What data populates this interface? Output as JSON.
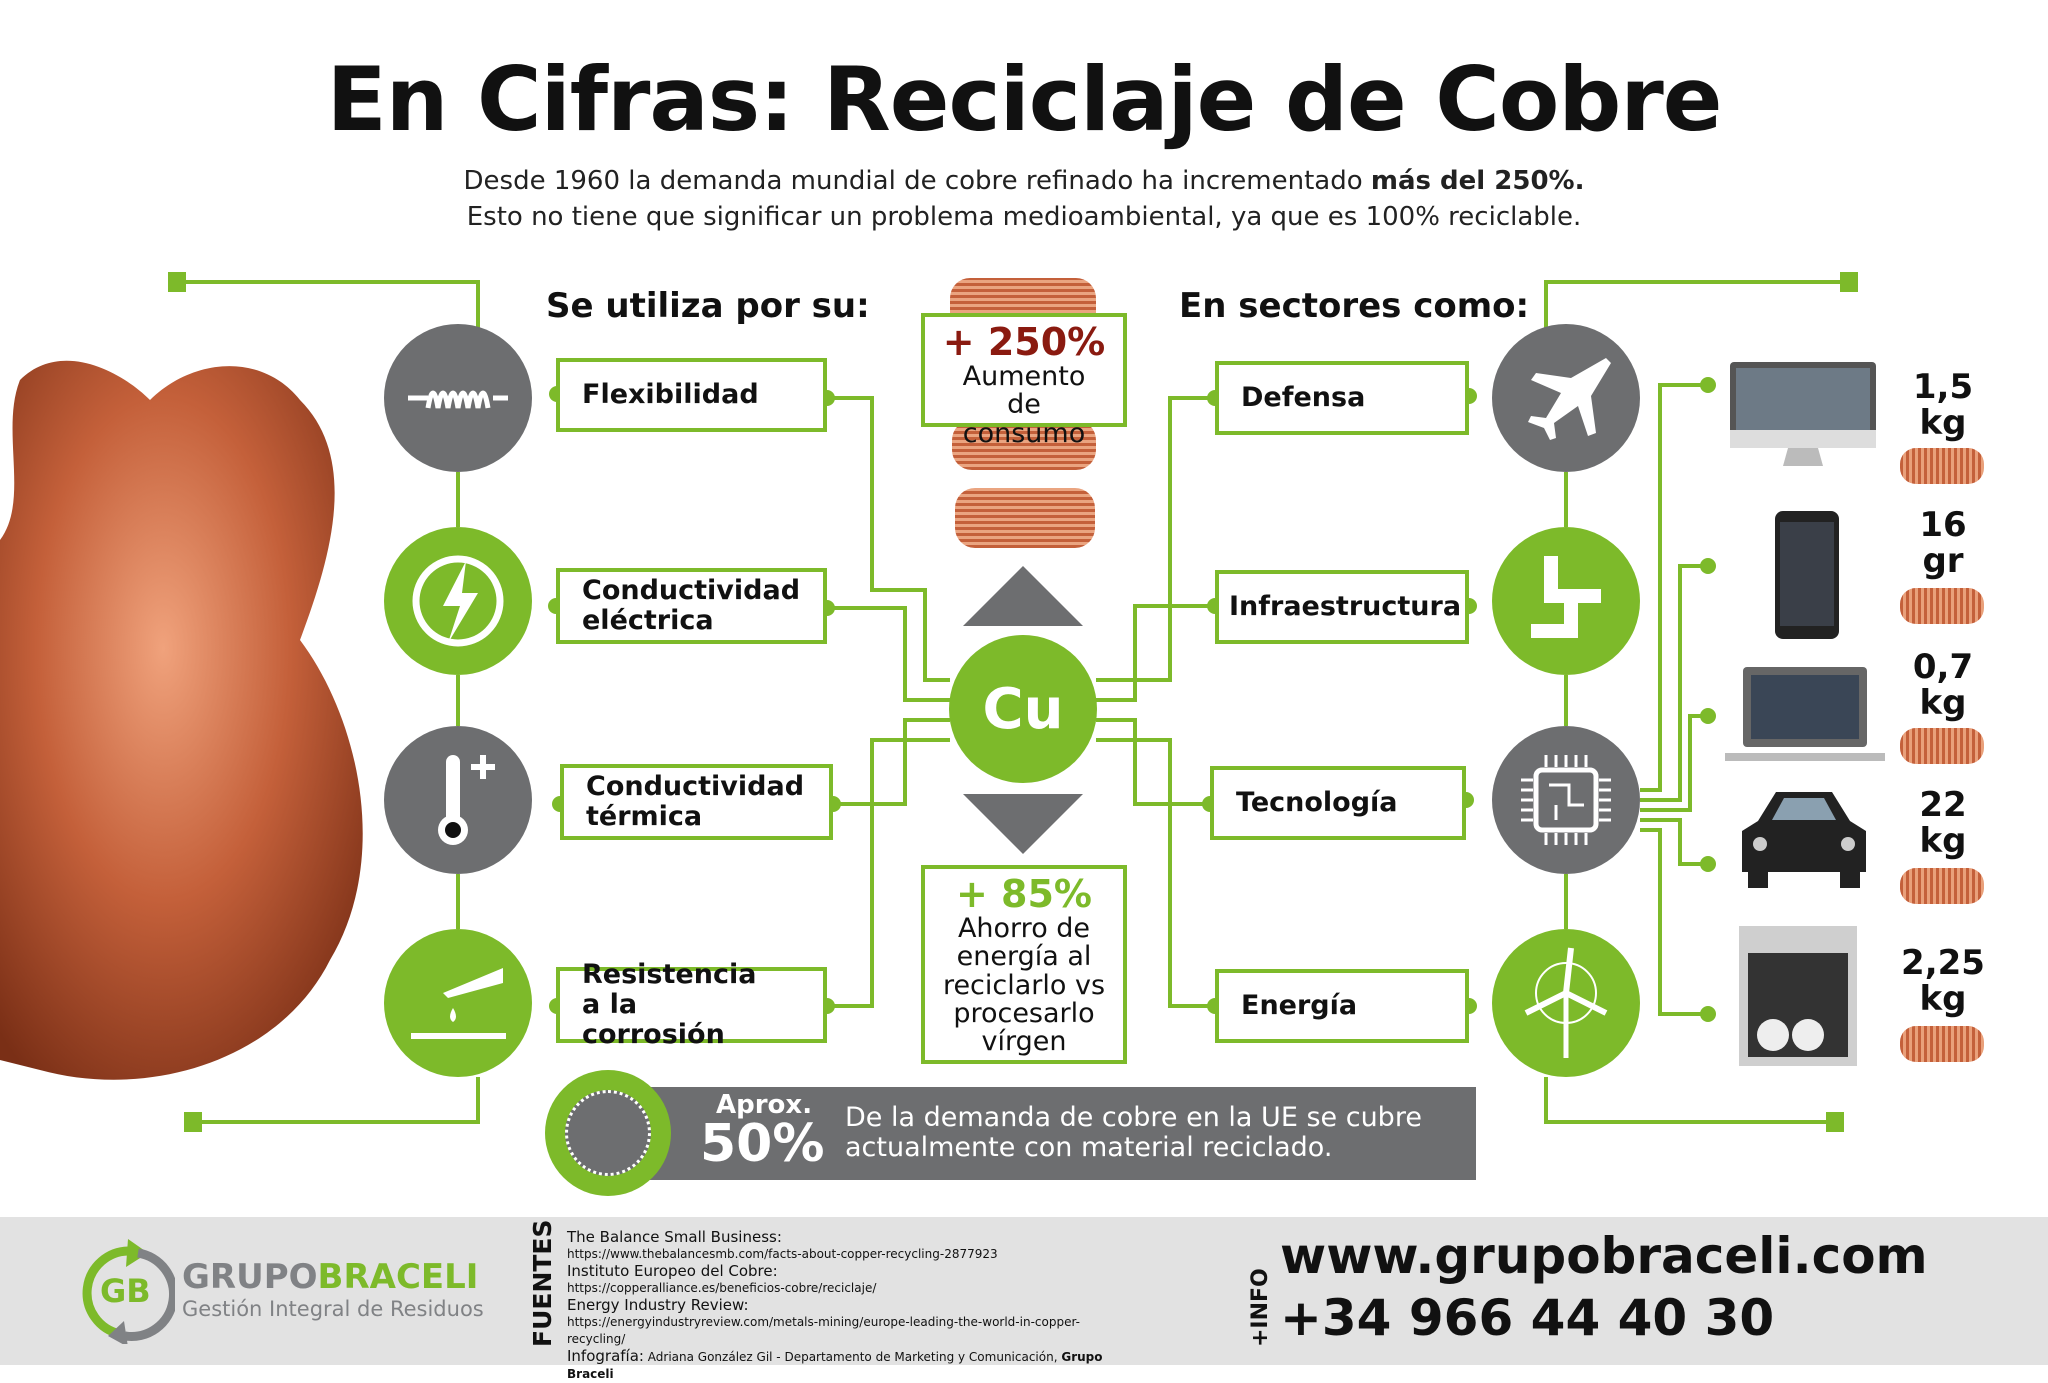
{
  "title": "En Cifras: Reciclaje de Cobre",
  "subtitle": {
    "line1_pre": "Desde 1960 la demanda mundial de cobre refinado ha incrementado ",
    "line1_bold": "más del 250%.",
    "line2": "Esto no tiene que significar un problema medioambiental, ya que es 100% reciclable."
  },
  "left": {
    "header": "Se utiliza por su:",
    "items": [
      {
        "label": "Flexibilidad",
        "icon": "coil-spring-icon"
      },
      {
        "label": "Conductividad eléctrica",
        "icon": "lightning-icon"
      },
      {
        "label": "Conductividad térmica",
        "icon": "thermometer-icon"
      },
      {
        "label": "Resistencia a la corrosión",
        "icon": "acid-drop-icon"
      }
    ]
  },
  "center": {
    "symbol": "Cu",
    "top": {
      "value": "+ 250%",
      "text": "Aumento de consumo"
    },
    "bottom": {
      "value": "+ 85%",
      "text": "Ahorro de energía al reciclarlo vs procesarlo vírgen"
    }
  },
  "right": {
    "header": "En sectores como:",
    "items": [
      {
        "label": "Defensa",
        "icon": "fighter-jet-icon"
      },
      {
        "label": "Infraestructura",
        "icon": "pipe-icon"
      },
      {
        "label": "Tecnología",
        "icon": "chip-icon"
      },
      {
        "label": "Energía",
        "icon": "wind-turbine-icon"
      }
    ]
  },
  "devices": [
    {
      "icon": "monitor-icon",
      "value": "1,5",
      "unit": "kg"
    },
    {
      "icon": "smartphone-icon",
      "value": "16",
      "unit": "gr"
    },
    {
      "icon": "laptop-icon",
      "value": "0,7",
      "unit": "kg"
    },
    {
      "icon": "car-icon",
      "value": "22",
      "unit": "kg"
    },
    {
      "icon": "dishwasher-icon",
      "value": "2,25",
      "unit": "kg"
    }
  ],
  "eu": {
    "prefix": "Aprox.",
    "value": "50%",
    "text1": "De la demanda de cobre en la UE se cubre",
    "text2": "actualmente con material reciclado."
  },
  "footer": {
    "logo_gb": "GB",
    "logo_grupo": "GRUPO",
    "logo_braceli": "BRACELI",
    "tagline": "Gestión Integral de Residuos",
    "sources_label": "FUENTES",
    "sources": [
      {
        "name": "The Balance Small Business:",
        "url": "https://www.thebalancesmb.com/facts-about-copper-recycling-2877923"
      },
      {
        "name": "Instituto Europeo del Cobre:",
        "url": "https://copperalliance.es/beneficios-cobre/reciclaje/"
      },
      {
        "name": "Energy Industry Review:",
        "url": "https://energyindustryreview.com/metals-mining/europe-leading-the-world-in-copper-recycling/"
      }
    ],
    "credit_label": "Infografía:",
    "credit": " Adriana González Gil - Departamento de Marketing y Comunicación, ",
    "credit_bold": "Grupo Braceli",
    "info_label": "+INFO",
    "website": "www.grupobraceli.com",
    "phone": "+34 966 44 40 30"
  },
  "colors": {
    "green": "#7dba2a",
    "gray": "#6d6e70",
    "copper": "#c4603a"
  }
}
